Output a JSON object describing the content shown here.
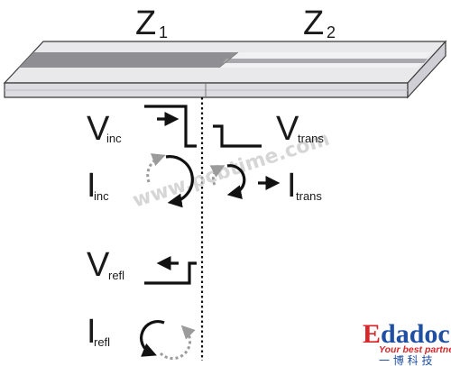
{
  "zones": {
    "z1": {
      "main": "Z",
      "sub": "1"
    },
    "z2": {
      "main": "Z",
      "sub": "2"
    }
  },
  "signals": {
    "v_inc": {
      "main": "V",
      "sub": "inc"
    },
    "i_inc": {
      "main": "I",
      "sub": "inc"
    },
    "v_trans": {
      "main": "V",
      "sub": "trans"
    },
    "i_trans": {
      "main": "I",
      "sub": "trans"
    },
    "v_refl": {
      "main": "V",
      "sub": "refl"
    },
    "i_refl": {
      "main": "I",
      "sub": "refl"
    }
  },
  "watermark": "www.pcbtime.com",
  "brand": {
    "name_e": "E",
    "name_rest": "dadoc",
    "tagline": "Your best partner",
    "chinese": "一 博 科 技"
  },
  "colors": {
    "board_top_light": "#e9e9ec",
    "board_side": "#d8d8dd",
    "trace_dark": "#8f8f93",
    "trace_light": "#b9b9be",
    "outline": "#3a3a3a",
    "arrow_dark": "#111111",
    "arrow_grey": "#9b9b9b",
    "brand_blue": "#1f4fa3",
    "brand_red": "#d9262a"
  }
}
